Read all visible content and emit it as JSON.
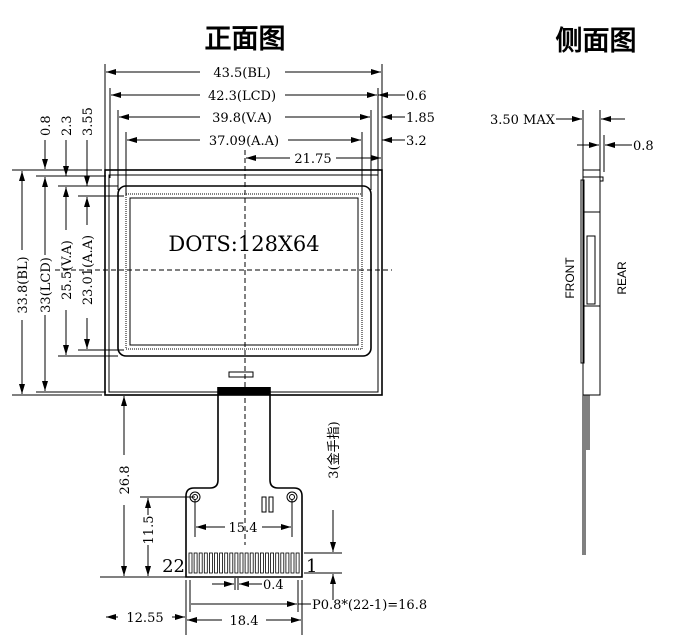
{
  "titles": {
    "front": "正面图",
    "side": "侧面图"
  },
  "display_label": "DOTS:128X64",
  "dims": {
    "bl_width": "43.5(BL)",
    "lcd_width": "42.3(LCD)",
    "va_width": "39.8(V.A)",
    "aa_width": "37.09(A.A)",
    "center_offset": "21.75",
    "lcd_margin": "0.6",
    "va_margin": "1.85",
    "aa_margin": "3.2",
    "bl_height": "33.8(BL)",
    "lcd_height": "33(LCD)",
    "va_height": "25.5(V.A)",
    "aa_height": "23.01(A.A)",
    "top_lcd": "0.8",
    "top_va": "2.3",
    "top_aa": "3.55",
    "fpc_length": "26.8",
    "hole_height": "11.5",
    "hole_pitch": "15.4",
    "finger_width": "0.4",
    "finger_length": "3(金手指)",
    "pitch_formula": "P0.8*(22-1)=16.8",
    "fpc_width": "18.4",
    "fpc_offset": "12.55",
    "pin_22": "22",
    "pin_1": "1"
  },
  "side": {
    "thickness": "3.50 MAX",
    "fpc_thickness": "0.8",
    "front": "FRONT",
    "rear": "REAR"
  }
}
